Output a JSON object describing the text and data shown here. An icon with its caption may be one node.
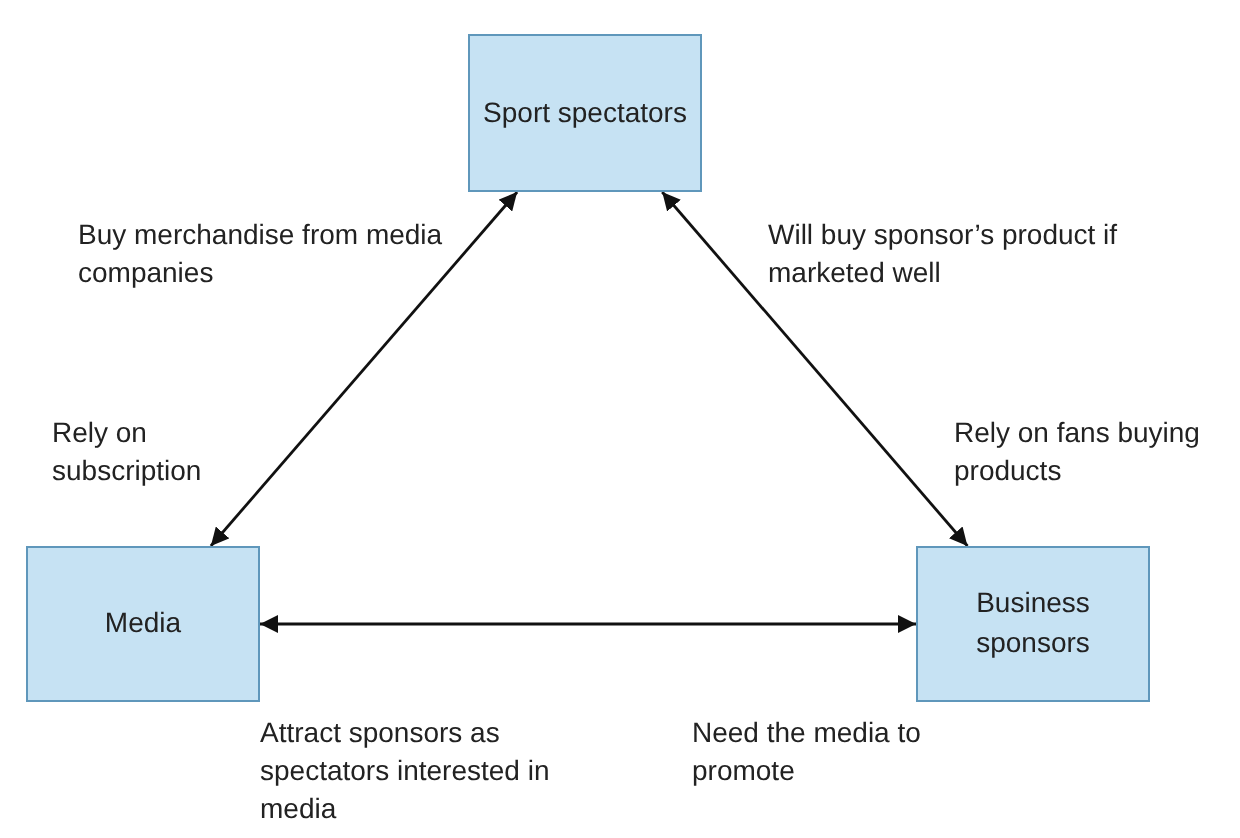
{
  "diagram": {
    "nodes": [
      {
        "text": [
          "Sport spectators"
        ]
      },
      {
        "text": [
          "Media"
        ]
      },
      {
        "text": [
          "Business sponsors"
        ]
      }
    ],
    "edges": [
      {
        "from": 1,
        "to": 0,
        "arrow": "both"
      },
      {
        "from": 0,
        "to": 2,
        "arrow": "both"
      },
      {
        "from": 1,
        "to": 2,
        "arrow": "both"
      }
    ],
    "labels": [
      "Buy merchandise from media companies",
      "Will buy sponsor’s product if marketed well",
      "Rely on subscription",
      "Rely on fans buying products",
      "Attract sponsors as spectators interested in media",
      "Need the media to promote"
    ]
  }
}
